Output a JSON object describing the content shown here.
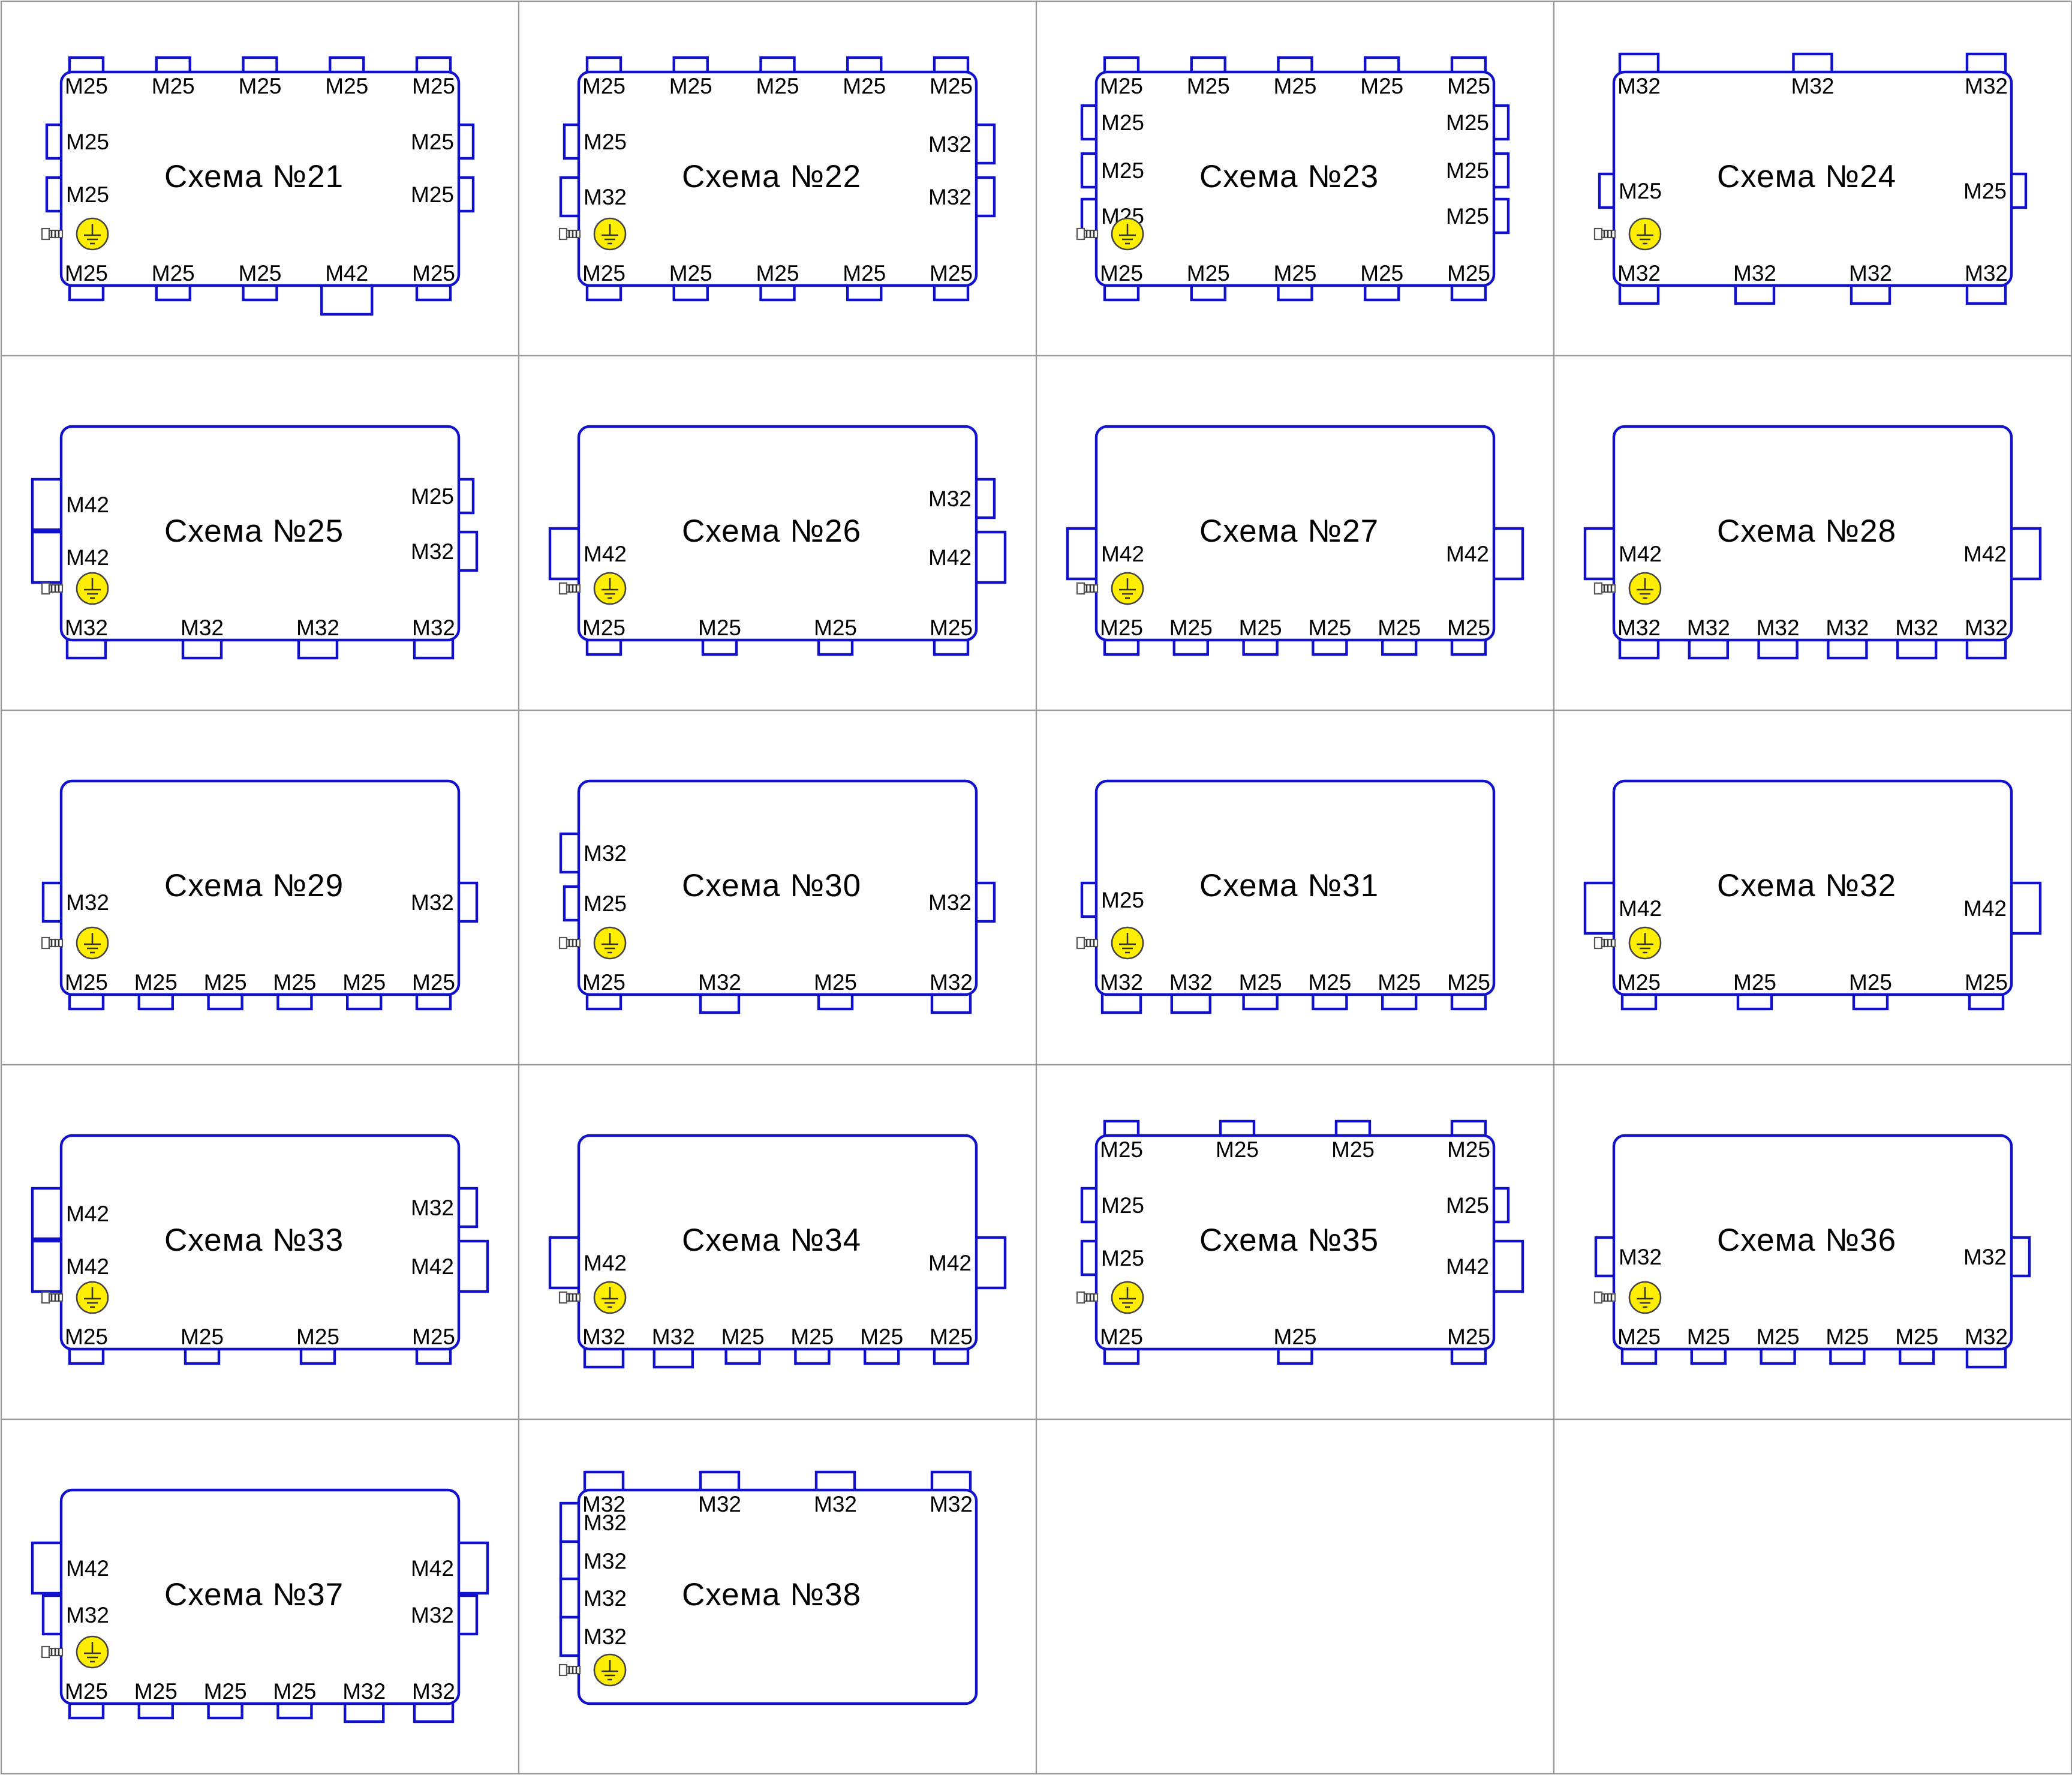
{
  "sheet": {
    "colors": {
      "box_outline": "#1111cc",
      "ground_fill": "#ffee00",
      "grid_line": "#9a9a9a"
    },
    "icon": "ground-symbol-icon"
  },
  "schemes": [
    {
      "title": "Схема №21",
      "ground": true,
      "top": [
        "M25",
        "M25",
        "M25",
        "M25",
        "M25"
      ],
      "bottom": [
        "M25",
        "M25",
        "M25",
        "M42",
        "M25"
      ],
      "left": [
        "M25",
        "M25"
      ],
      "right": [
        "M25",
        "M25"
      ]
    },
    {
      "title": "Схема №22",
      "ground": true,
      "top": [
        "M25",
        "M25",
        "M25",
        "M25",
        "M25"
      ],
      "bottom": [
        "M25",
        "M25",
        "M25",
        "M25",
        "M25"
      ],
      "left": [
        "M25",
        "M32"
      ],
      "right": [
        "M32",
        "M32"
      ]
    },
    {
      "title": "Схема №23",
      "ground": true,
      "top": [
        "M25",
        "M25",
        "M25",
        "M25",
        "M25"
      ],
      "bottom": [
        "M25",
        "M25",
        "M25",
        "M25",
        "M25"
      ],
      "left": [
        "M25",
        "M25",
        "M25"
      ],
      "right": [
        "M25",
        "M25",
        "M25"
      ]
    },
    {
      "title": "Схема №24",
      "ground": true,
      "top": [
        "M32",
        "M32",
        "M32"
      ],
      "bottom": [
        "M32",
        "M32",
        "M32",
        "M32"
      ],
      "left": [
        "M25"
      ],
      "right": [
        "M25"
      ]
    },
    {
      "title": "Схема №25",
      "ground": true,
      "top": [],
      "bottom": [
        "M32",
        "M32",
        "M32",
        "M32"
      ],
      "left": [
        "M42",
        "M42"
      ],
      "right": [
        "M25",
        "M32"
      ]
    },
    {
      "title": "Схема №26",
      "ground": true,
      "top": [],
      "bottom": [
        "M25",
        "M25",
        "M25",
        "M25"
      ],
      "left": [
        "M42"
      ],
      "right": [
        "M32",
        "M42"
      ]
    },
    {
      "title": "Схема №27",
      "ground": true,
      "top": [],
      "bottom": [
        "M25",
        "M25",
        "M25",
        "M25",
        "M25",
        "M25"
      ],
      "left": [
        "M42"
      ],
      "right": [
        "M42"
      ]
    },
    {
      "title": "Схема №28",
      "ground": true,
      "top": [],
      "bottom": [
        "M32",
        "M32",
        "M32",
        "M32",
        "M32",
        "M32"
      ],
      "left": [
        "M42"
      ],
      "right": [
        "M42"
      ]
    },
    {
      "title": "Схема №29",
      "ground": true,
      "top": [],
      "bottom": [
        "M25",
        "M25",
        "M25",
        "M25",
        "M25",
        "M25"
      ],
      "left": [
        "M32"
      ],
      "right": [
        "M32"
      ]
    },
    {
      "title": "Схема №30",
      "ground": true,
      "top": [],
      "bottom": [
        "M25",
        "M32",
        "M25",
        "M32"
      ],
      "left": [
        "M32",
        "M25"
      ],
      "right": [
        "M32"
      ]
    },
    {
      "title": "Схема №31",
      "ground": true,
      "top": [],
      "bottom": [
        "M32",
        "M32",
        "M25",
        "M25",
        "M25",
        "M25"
      ],
      "left": [
        "M25"
      ],
      "right": []
    },
    {
      "title": "Схема №32",
      "ground": true,
      "top": [],
      "bottom": [
        "M25",
        "M25",
        "M25",
        "M25"
      ],
      "left": [
        "M42"
      ],
      "right": [
        "M42"
      ]
    },
    {
      "title": "Схема №33",
      "ground": true,
      "top": [],
      "bottom": [
        "M25",
        "M25",
        "M25",
        "M25"
      ],
      "left": [
        "M42",
        "M42"
      ],
      "right": [
        "M32",
        "M42"
      ]
    },
    {
      "title": "Схема №34",
      "ground": true,
      "top": [],
      "bottom": [
        "M32",
        "M32",
        "M25",
        "M25",
        "M25",
        "M25"
      ],
      "left": [
        "M42"
      ],
      "right": [
        "M42"
      ]
    },
    {
      "title": "Схема №35",
      "ground": true,
      "top": [
        "M25",
        "M25",
        "M25",
        "M25"
      ],
      "bottom": [
        "M25",
        "M25",
        "M25"
      ],
      "left": [
        "M25",
        "M25"
      ],
      "right": [
        "M25",
        "M42"
      ]
    },
    {
      "title": "Схема №36",
      "ground": true,
      "top": [],
      "bottom": [
        "M25",
        "M25",
        "M25",
        "M25",
        "M25",
        "M32"
      ],
      "left": [
        "M32"
      ],
      "right": [
        "M32"
      ]
    },
    {
      "title": "Схема №37",
      "ground": true,
      "top": [],
      "bottom": [
        "M25",
        "M25",
        "M25",
        "M25",
        "M32",
        "M32"
      ],
      "left": [
        "M42",
        "M32"
      ],
      "right": [
        "M42",
        "M32"
      ]
    },
    {
      "title": "Схема №38",
      "ground": true,
      "top": [
        "M32",
        "M32",
        "M32",
        "M32"
      ],
      "bottom": [],
      "left": [
        "M32",
        "M32",
        "M32",
        "M32"
      ],
      "right": []
    }
  ]
}
